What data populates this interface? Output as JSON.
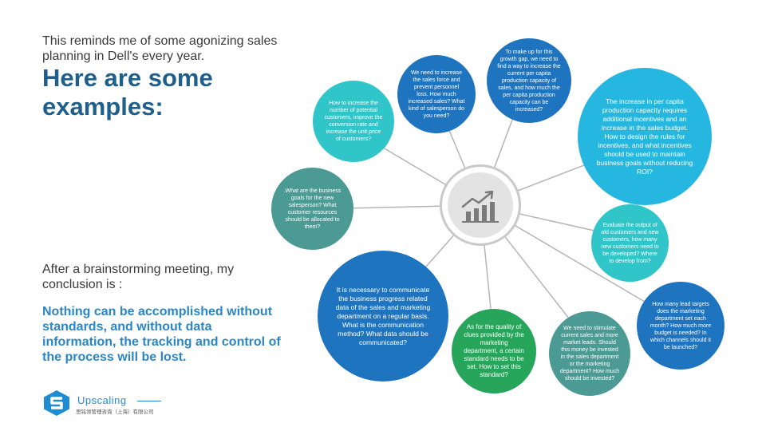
{
  "intro": "This reminds me of some agonizing sales planning in Dell's every year.",
  "headline": "Here are some examples:",
  "after_meeting": "After a brainstorming meeting, my conclusion is :",
  "conclusion": "Nothing can be accomplished without standards, and without data information, the tracking and control of the process will be lost.",
  "center_icon": "growth-chart-icon",
  "bubbles": [
    {
      "text": "How to increase the number of potential customers, improve the conversion rate and increase the unit price of customers?",
      "color": "#2fc5c9"
    },
    {
      "text": "We need to increase the sales force and prevent personnel loss. How much increased sales? What kind of salesperson do you need?",
      "color": "#1f74bf"
    },
    {
      "text": "To make up for this growth gap, we need to find a way to increase the current per capita production capacity of sales, and how much the per capita production capacity can be increased?",
      "color": "#1f74bf"
    },
    {
      "text": "The increase in per capita production capacity requires additional incentives and an increase in the sales budget. How to design the rules for incentives, and what incentives should be used to maintain business goals without reducing ROI?",
      "color": "#26b7e0"
    },
    {
      "text": ".What are the business goals for the new salesperson? What customer resources should be allocated to them?",
      "color": "#4c9a94"
    },
    {
      "text": "Evaluate the output of old customers and new customers, how many new customers need to be developed? Where to develop from?",
      "color": "#2fc5c9"
    },
    {
      "text": "It is necessary to communicate the business progress related data of the sales and marketing department on a regular basis. What is the communication method? What data should be communicated?",
      "color": "#1f74bf"
    },
    {
      "text": "How many lead targets does the marketing department set each month? How much more budget is needed? In which channels should it be launched?",
      "color": "#1f74bf"
    },
    {
      "text": "We need to stimulate current sales and more market leads. Should this money be invested in the sales department or the marketing department? How much should be invested?",
      "color": "#4c9a94"
    },
    {
      "text": "As for the quality of clues provided by the marketing department, a certain standard needs to be set. How to set this standard?",
      "color": "#27a55a"
    }
  ],
  "brand": {
    "name": "Upscaling",
    "subtitle": "思铭领管理咨询（上海）有限公司",
    "logo": "upscaling-s-logo",
    "accent": "#1f8bd0"
  }
}
